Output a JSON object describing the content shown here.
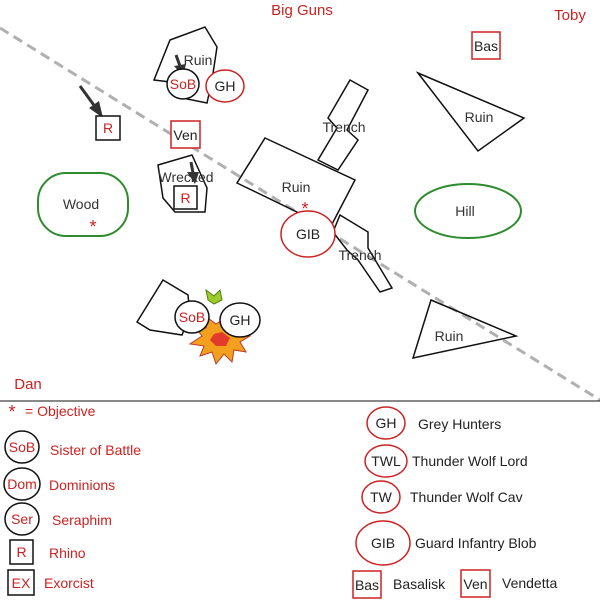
{
  "colors": {
    "red": "#cc2222",
    "dark": "#222222",
    "green": "#2e8b2e",
    "dash": "#b0b0b0"
  },
  "headers": {
    "top_center": "Big Guns",
    "top_right": "Toby",
    "bottom_left": "Dan"
  },
  "terrain": {
    "ruin_top": "Ruin",
    "ruin_center": "Ruin",
    "ruin_right": "Ruin",
    "ruin_bottom_right": "Ruin",
    "trench_top": "Trench",
    "trench_mid": "Trench",
    "wrecked": "Wrecked",
    "wood": "Wood",
    "hill": "Hill"
  },
  "units": {
    "sob_top": "SoB",
    "gh_top": "GH",
    "ven_top": "Ven",
    "rhino_left": "R",
    "rhino_mid": "R",
    "bas_top": "Bas",
    "gib_center": "GIB",
    "sob_bottom": "SoB",
    "gh_bottom": "GH"
  },
  "objective_marker": "*",
  "legend": {
    "objective": {
      "symbol": "*",
      "label": "= Objective"
    },
    "sob": {
      "abbr": "SoB",
      "label": "Sister of Battle"
    },
    "dom": {
      "abbr": "Dom",
      "label": "Dominions"
    },
    "ser": {
      "abbr": "Ser",
      "label": "Seraphim"
    },
    "rhino": {
      "abbr": "R",
      "label": "Rhino"
    },
    "exorcist": {
      "abbr": "EX",
      "label": "Exorcist"
    },
    "gh": {
      "abbr": "GH",
      "label": "Grey Hunters"
    },
    "twl": {
      "abbr": "TWL",
      "label": "Thunder Wolf Lord"
    },
    "tw": {
      "abbr": "TW",
      "label": "Thunder Wolf Cav"
    },
    "gib": {
      "abbr": "GIB",
      "label": "Guard Infantry Blob"
    },
    "bas": {
      "abbr": "Bas",
      "label": "Basalisk"
    },
    "ven": {
      "abbr": "Ven",
      "label": "Vendetta"
    }
  }
}
